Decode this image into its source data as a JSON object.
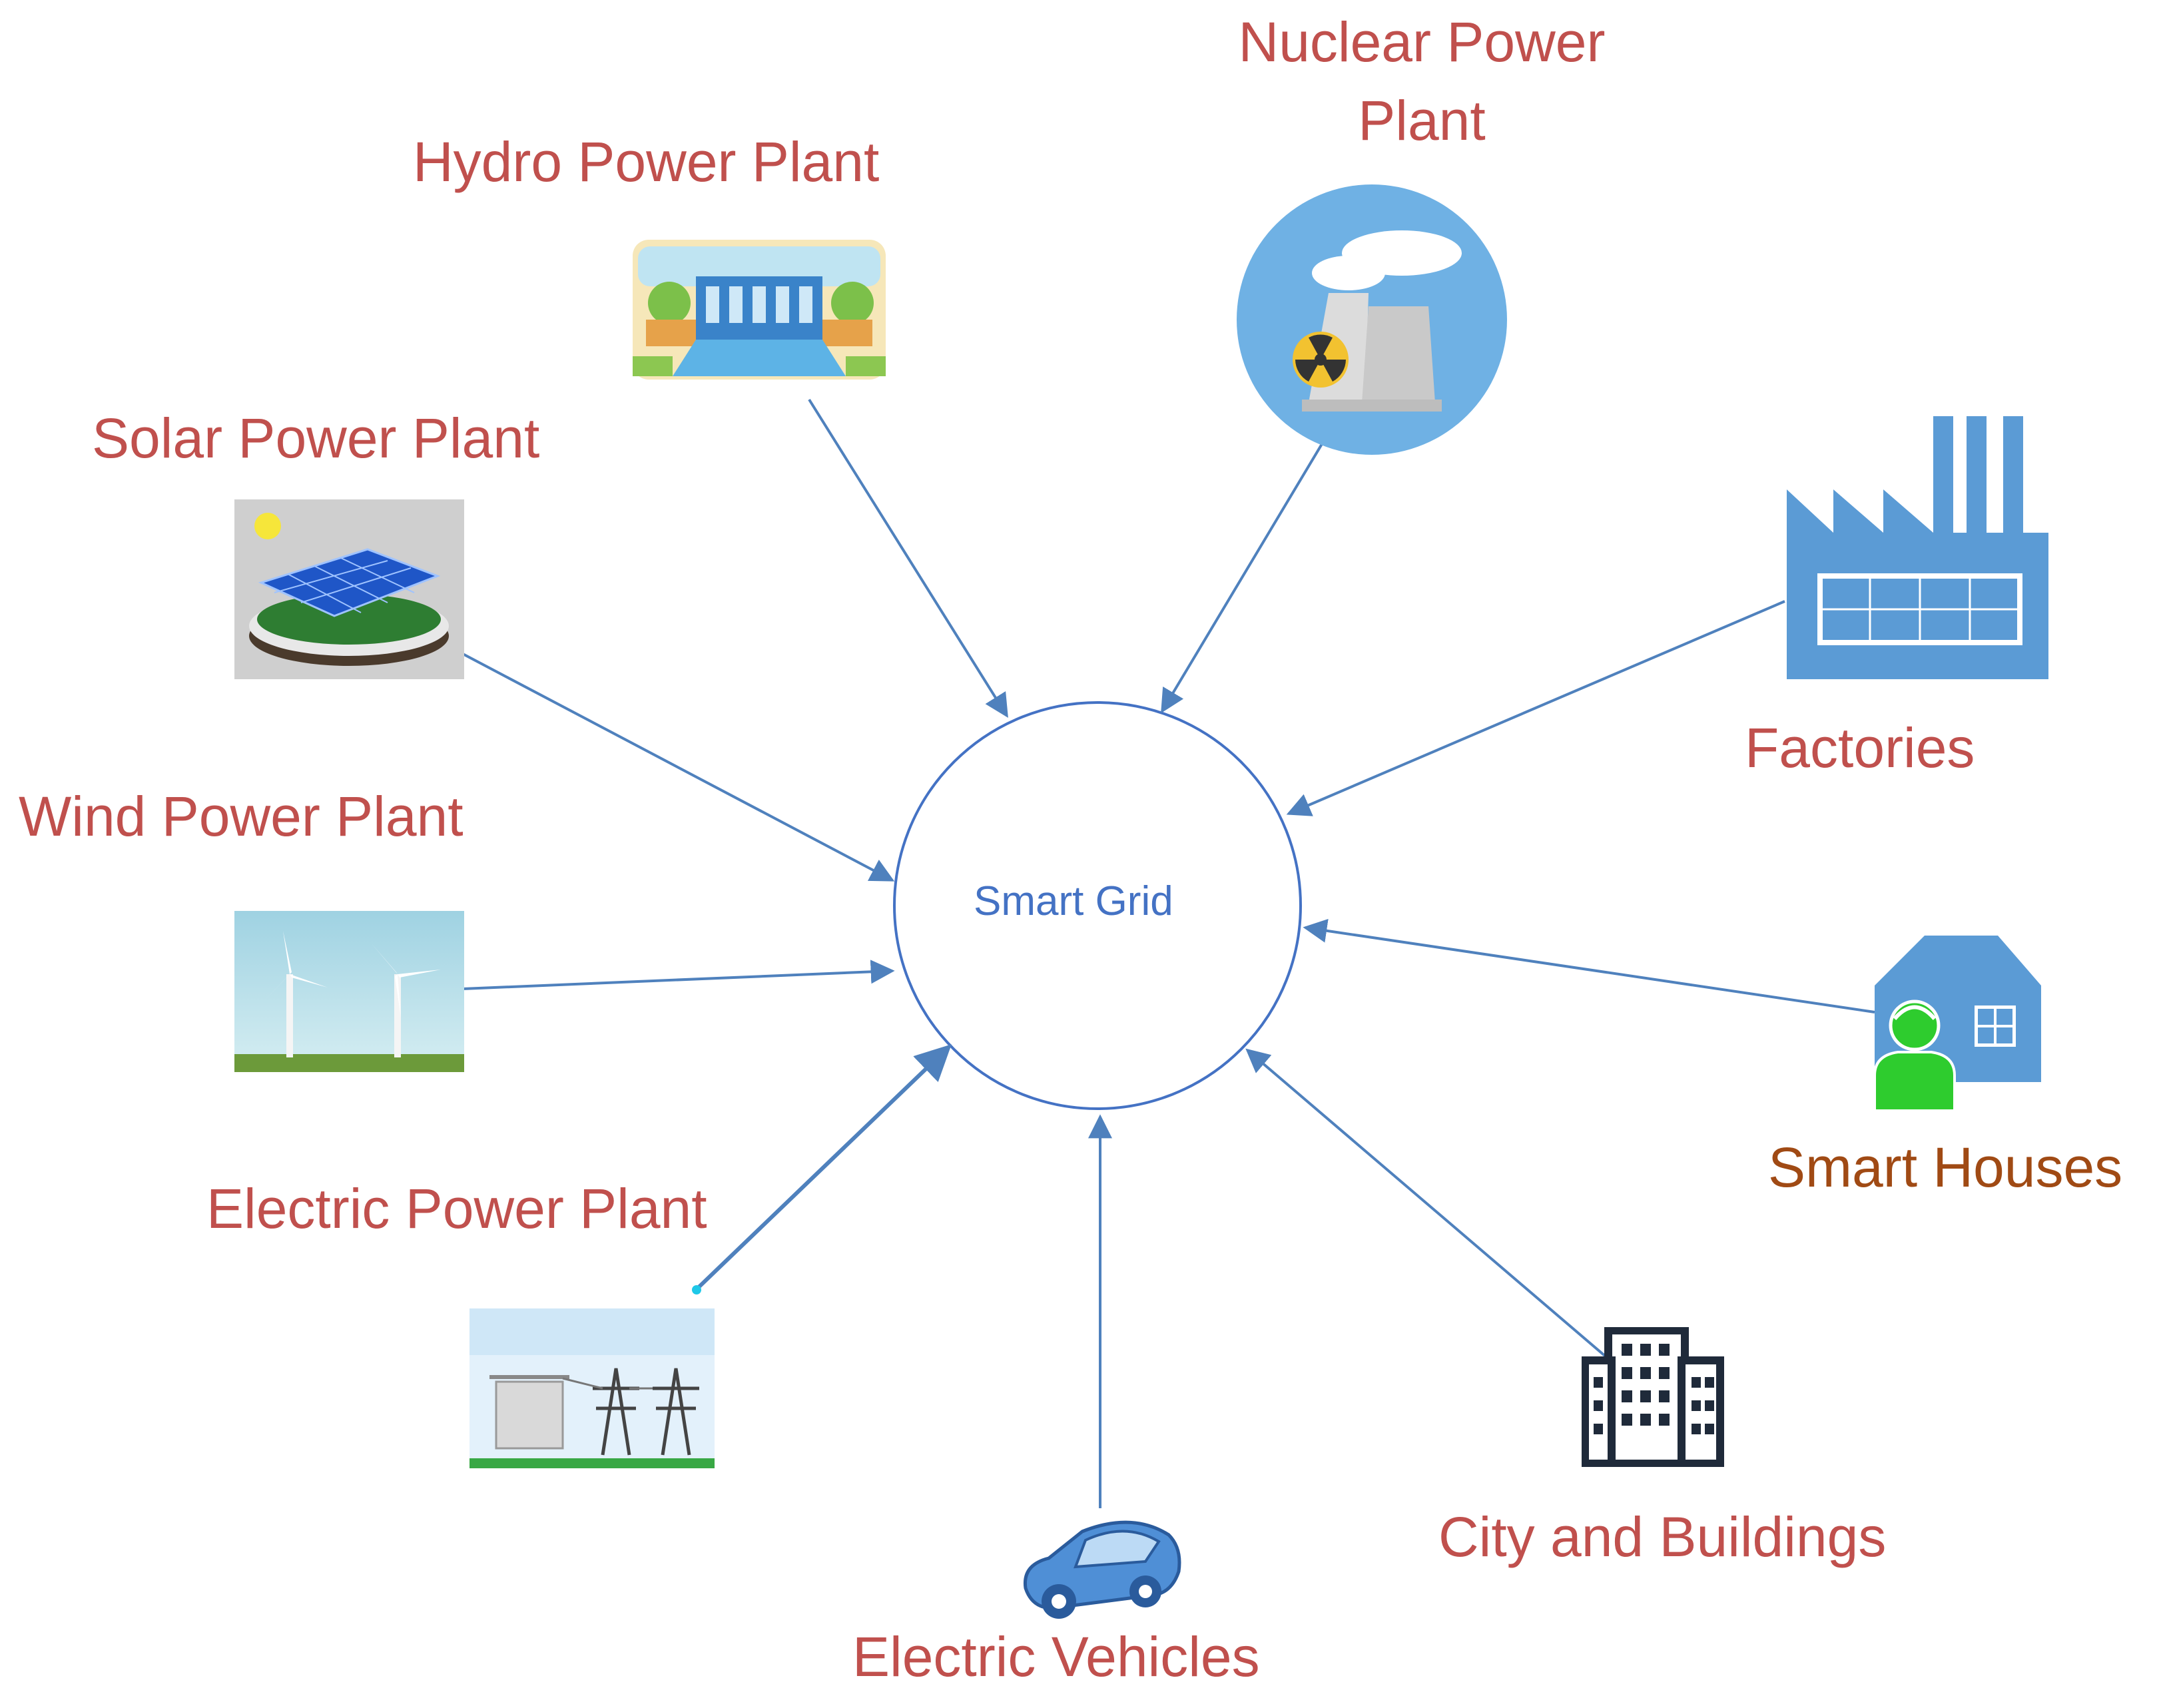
{
  "hub": {
    "label": "Smart Grid"
  },
  "nodes": {
    "hydro": {
      "label": "Hydro Power Plant",
      "icon": "hydro-dam-icon"
    },
    "nuclear": {
      "label_line1": "Nuclear Power",
      "label_line2": "Plant",
      "icon": "nuclear-plant-icon"
    },
    "solar": {
      "label": "Solar Power Plant",
      "icon": "solar-panel-icon"
    },
    "wind": {
      "label": "Wind Power Plant",
      "icon": "wind-turbine-icon"
    },
    "electric_plant": {
      "label": "Electric Power Plant",
      "icon": "power-substation-icon"
    },
    "vehicles": {
      "label": "Electric Vehicles",
      "icon": "car-icon"
    },
    "city": {
      "label": "City and Buildings",
      "icon": "office-building-icon"
    },
    "houses": {
      "label": "Smart Houses",
      "icon": "smart-house-icon"
    },
    "factories": {
      "label": "Factories",
      "icon": "factory-icon"
    }
  },
  "colors": {
    "label": "#c0504d",
    "label_houses": "#a04a14",
    "hub_text": "#4472c4",
    "arrow": "#4f81bd",
    "icon_blue": "#5b9bd5"
  }
}
